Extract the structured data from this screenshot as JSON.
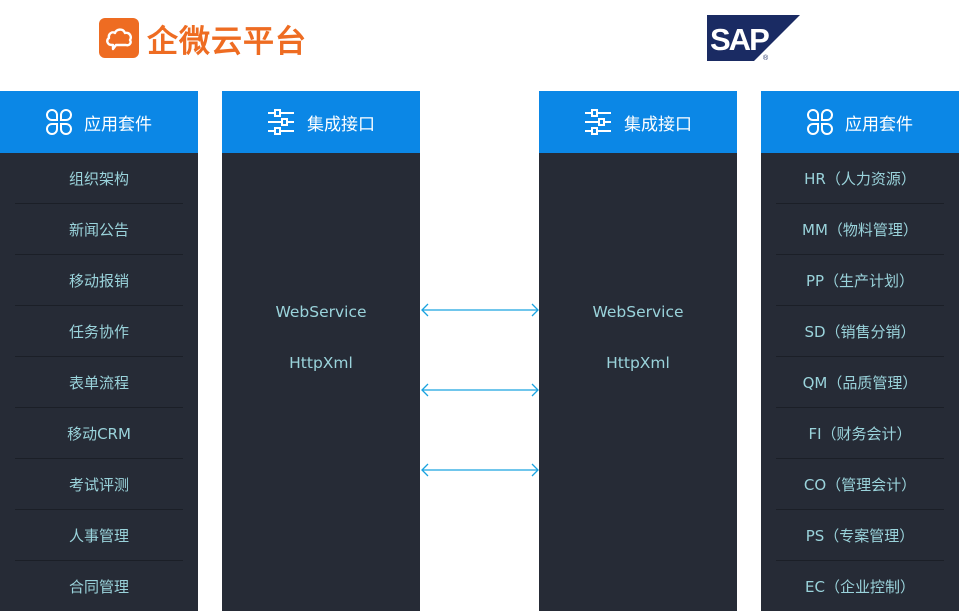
{
  "logos": {
    "left_brand": "企微云平台",
    "left_icon": "cloud-chat-icon",
    "right_brand": "SAP",
    "right_mark": "®"
  },
  "colors": {
    "header_blue": "#0b87e6",
    "panel_dark": "#262b36",
    "text_teal": "#9ad3db",
    "brand_orange": "#ee6c22",
    "arrow_blue": "#1aa3e0",
    "sap_navy": "#1a2b63"
  },
  "columns": [
    {
      "title": "应用套件",
      "icon": "apps-grid-icon",
      "items": [
        "组织架构",
        "新闻公告",
        "移动报销",
        "任务协作",
        "表单流程",
        "移动CRM",
        "考试评测",
        "人事管理",
        "合同管理"
      ]
    },
    {
      "title": "集成接口",
      "icon": "sliders-icon",
      "protocols": [
        "WebService",
        "HttpXml"
      ]
    },
    {
      "title": "集成接口",
      "icon": "sliders-icon",
      "protocols": [
        "WebService",
        "HttpXml"
      ]
    },
    {
      "title": "应用套件",
      "icon": "apps-grid-icon",
      "items": [
        "HR（人力资源）",
        "MM（物料管理）",
        "PP（生产计划）",
        "SD（销售分销）",
        "QM（品质管理）",
        "FI（财务会计）",
        "CO（管理会计）",
        "PS（专案管理）",
        "EC（企业控制）"
      ]
    }
  ],
  "connectors": [
    "bidirectional-arrow",
    "bidirectional-arrow",
    "bidirectional-arrow"
  ]
}
